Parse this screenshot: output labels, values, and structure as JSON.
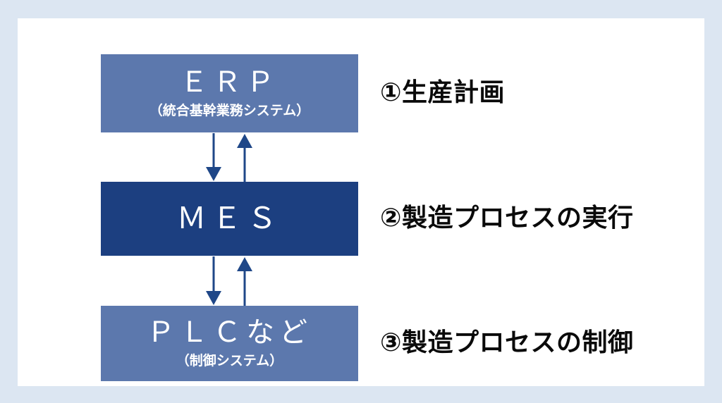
{
  "diagram": {
    "background_color": "#dce6f2",
    "panel_color": "#ffffff",
    "accent_light": "#5c78ad",
    "accent_dark": "#1c3f80",
    "arrow_color": "#1f4788",
    "layers": [
      {
        "id": "erp",
        "title": "ＥＲＰ",
        "subtitle": "（統合基幹業務システム）",
        "color": "#5c78ad",
        "step_label": "①生産計画"
      },
      {
        "id": "mes",
        "title": "ＭＥＳ",
        "subtitle": "",
        "color": "#1c3f80",
        "step_label": "②製造プロセスの実行"
      },
      {
        "id": "plc",
        "title": "ＰＬＣなど",
        "subtitle": "（制御システム）",
        "color": "#5c78ad",
        "step_label": "③製造プロセスの制御"
      }
    ],
    "connectors": [
      {
        "id": "erp-to-mes",
        "direction": "down",
        "from": "erp",
        "to": "mes"
      },
      {
        "id": "mes-to-erp",
        "direction": "up",
        "from": "mes",
        "to": "erp"
      },
      {
        "id": "mes-to-plc",
        "direction": "down",
        "from": "mes",
        "to": "plc"
      },
      {
        "id": "plc-to-mes",
        "direction": "up",
        "from": "plc",
        "to": "mes"
      }
    ]
  }
}
